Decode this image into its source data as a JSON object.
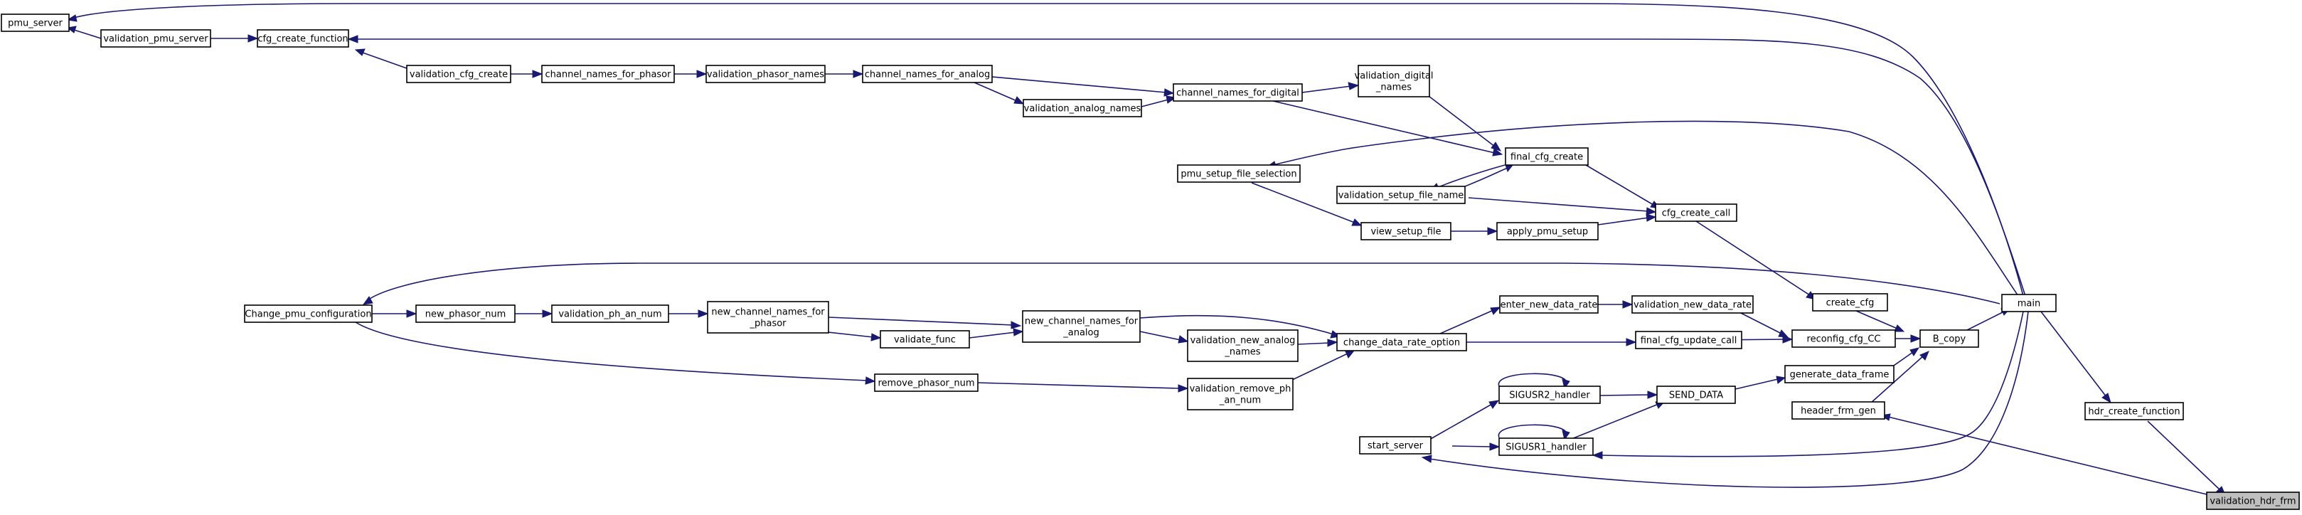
{
  "nodes": {
    "pmu_server": [
      "pmu_server"
    ],
    "validation_pmu_server": [
      "validation_pmu_server"
    ],
    "cfg_create_function": [
      "cfg_create_function"
    ],
    "validation_cfg_create": [
      "validation_cfg_create"
    ],
    "channel_names_for_phasor": [
      "channel_names_for_phasor"
    ],
    "validation_phasor_names": [
      "validation_phasor_names"
    ],
    "channel_names_for_analog": [
      "channel_names_for_analog"
    ],
    "validation_analog_names": [
      "validation_analog_names"
    ],
    "channel_names_for_digital": [
      "channel_names_for_digital"
    ],
    "validation_digital_names": [
      "validation_digital",
      "_names"
    ],
    "final_cfg_create": [
      "final_cfg_create"
    ],
    "pmu_setup_file_selection": [
      "pmu_setup_file_selection"
    ],
    "validation_setup_file_name": [
      "validation_setup_file_name"
    ],
    "cfg_create_call": [
      "cfg_create_call"
    ],
    "view_setup_file": [
      "view_setup_file"
    ],
    "apply_pmu_setup": [
      "apply_pmu_setup"
    ],
    "create_cfg": [
      "create_cfg"
    ],
    "main": [
      "main"
    ],
    "change_pmu_configuration": [
      "Change_pmu_configuration"
    ],
    "new_phasor_num": [
      "new_phasor_num"
    ],
    "validation_ph_an_num": [
      "validation_ph_an_num"
    ],
    "new_channel_names_for_phasor": [
      "new_channel_names_for",
      "_phasor"
    ],
    "validate_func": [
      "validate_func"
    ],
    "new_channel_names_for_analog": [
      "new_channel_names_for",
      "_analog"
    ],
    "validation_new_analog_names": [
      "validation_new_analog",
      "_names"
    ],
    "change_data_rate_option": [
      "change_data_rate_option"
    ],
    "enter_new_data_rate": [
      "enter_new_data_rate"
    ],
    "validation_new_data_rate": [
      "validation_new_data_rate"
    ],
    "final_cfg_update_call": [
      "final_cfg_update_call"
    ],
    "reconfig_cfg_cc": [
      "reconfig_cfg_CC"
    ],
    "b_copy": [
      "B_copy"
    ],
    "remove_phasor_num": [
      "remove_phasor_num"
    ],
    "validation_remove_ph_an_num": [
      "validation_remove_ph",
      "_an_num"
    ],
    "sigusr2_handler": [
      "SIGUSR2_handler"
    ],
    "send_data": [
      "SEND_DATA"
    ],
    "generate_data_frame": [
      "generate_data_frame"
    ],
    "header_frm_gen": [
      "header_frm_gen"
    ],
    "start_server": [
      "start_server"
    ],
    "sigusr1_handler": [
      "SIGUSR1_handler"
    ],
    "hdr_create_function": [
      "hdr_create_function"
    ],
    "validation_hdr_frm": [
      "validation_hdr_frm"
    ]
  },
  "highlight": "validation_hdr_frm",
  "colors": {
    "edge": "#191970",
    "node_border": "#000000",
    "node_fill": "#ffffff",
    "highlight_fill": "#bfbfbf"
  }
}
